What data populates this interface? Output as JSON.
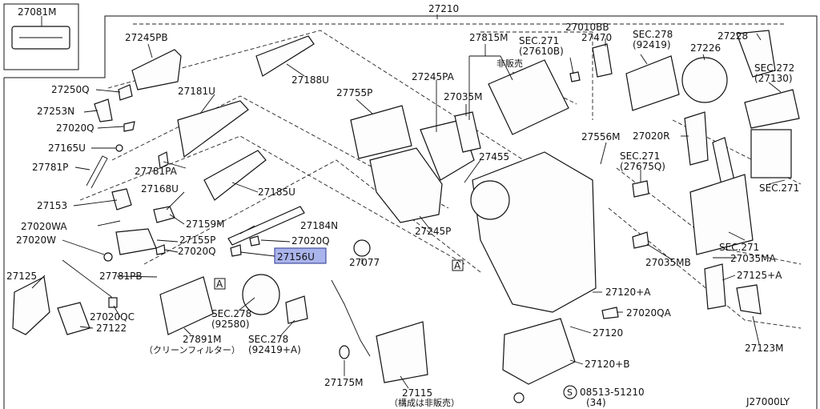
{
  "labels": {
    "p27081M": "27081M",
    "p27210": "27210",
    "p27245PB": "27245PB",
    "p27250Q": "27250Q",
    "p27253N": "27253N",
    "p27020Q_a": "27020Q",
    "p27165U": "27165U",
    "p27781P": "27781P",
    "p27781PA": "27781PA",
    "p27181U": "27181U",
    "p27188U": "27188U",
    "p27168U": "27168U",
    "p27153": "27153",
    "p27020WA": "27020WA",
    "p27159M": "27159M",
    "p27020W": "27020W",
    "p27155P": "27155P",
    "p27020Q_b": "27020Q",
    "p27020Q_c": "27020Q",
    "p27185U": "27185U",
    "p27184N": "27184N",
    "p27156U": "27156U",
    "p27125": "27125",
    "p27781PB": "27781PB",
    "p27020QC": "27020QC",
    "p27122": "27122",
    "p27891M": "27891M",
    "p27891M_note": "（クリーンフィルター）",
    "sec278_92580": "SEC.278",
    "sec278_92580_sub": "(92580)",
    "sec278_92419A": "SEC.278",
    "sec278_92419A_sub": "(92419+A)",
    "p27175M": "27175M",
    "p27115": "27115",
    "p27115_note": "（構成は非販売）",
    "p27077": "27077",
    "p27245P": "27245P",
    "p27245PA": "27245PA",
    "p27755P": "27755P",
    "p27815M": "27815M",
    "p27815M_note": "非販売",
    "p27035M": "27035M",
    "p27455": "27455",
    "sec271_27610B": "SEC.271",
    "sec271_27610B_sub": "(27610B)",
    "p27010BB": "27010BB",
    "p27470": "27470",
    "sec278_92419": "SEC.278",
    "sec278_92419_sub": "(92419)",
    "p27226": "27226",
    "p27228": "27228",
    "sec272": "SEC.272",
    "sec272_sub": "(27130)",
    "p27556M": "27556M",
    "p27020R": "27020R",
    "sec271_27675Q": "SEC.271",
    "sec271_27675Q_sub": "(27675Q)",
    "sec271_right": "SEC.271",
    "sec271_mid": "SEC.271",
    "p27035MB": "27035MB",
    "p27035MA": "27035MA",
    "p27125A": "27125+A",
    "p27120A": "27120+A",
    "p27020QA": "27020QA",
    "p27120": "27120",
    "p27123M": "27123M",
    "p27120B": "27120+B",
    "screw": "08513-51210",
    "screw_qty": "(34)",
    "screw_mark": "S",
    "marker_a": "A",
    "diagram_code": "J27000LY"
  }
}
